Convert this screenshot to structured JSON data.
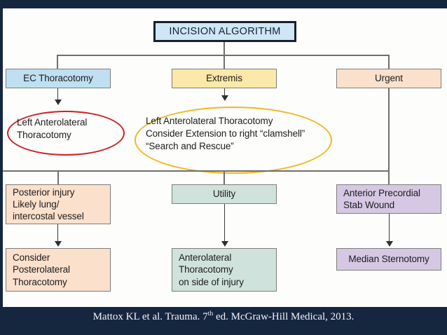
{
  "title": {
    "text": "INCISION ALGORITHM"
  },
  "colors": {
    "background": "#15263f",
    "panel": "#fdfdfb",
    "title_fill": "#cfe6f5",
    "title_border": "#16212e",
    "blue": "#bfe0f2",
    "yellow": "#fce8a8",
    "peach": "#fbe0cc",
    "teal": "#cfe3dc",
    "purple": "#d6c8e4",
    "red_ellipse": "#cc2026",
    "yellow_ellipse": "#f2b722",
    "connector": "#6f6f6f"
  },
  "tier1": [
    {
      "id": "ec-thoracotomy",
      "label": "EC Thoracotomy",
      "color": "blue"
    },
    {
      "id": "extremis",
      "label": "Extremis",
      "color": "yellow"
    },
    {
      "id": "urgent",
      "label": "Urgent",
      "color": "peach"
    }
  ],
  "ellipses": [
    {
      "id": "left-anterolateral-thoracotomy",
      "outline": "red",
      "label": "Left Anterolateral\nThoracotomy"
    },
    {
      "id": "left-anterolateral-thoracotomy-extended",
      "outline": "yellow",
      "label": "Left Anterolateral Thoracotomy\nConsider Extension to right “clamshell”\n“Search and Rescue”"
    }
  ],
  "tier2": [
    {
      "id": "posterior-injury",
      "label": "Posterior injury\nLikely lung/\nintercostal vessel",
      "color": "peach"
    },
    {
      "id": "utility",
      "label": "Utility",
      "color": "teal"
    },
    {
      "id": "anterior-precordial-stab-wound",
      "label": "Anterior Precordial\nStab Wound",
      "color": "purple"
    }
  ],
  "tier3": [
    {
      "id": "consider-posterolateral-thoracotomy",
      "label": "Consider\nPosterolateral\nThoracotomy",
      "color": "peach"
    },
    {
      "id": "anterolateral-thoracotomy-side-of-injury",
      "label": "Anterolateral\nThoracotomy\non side of injury",
      "color": "teal"
    },
    {
      "id": "median-sternotomy",
      "label": "Median Sternotomy",
      "color": "purple"
    }
  ],
  "citation": {
    "prefix": "Mattox KL et al. Trauma. 7",
    "superscript": "th",
    "suffix": " ed. McGraw-Hill Medical, 2013."
  }
}
